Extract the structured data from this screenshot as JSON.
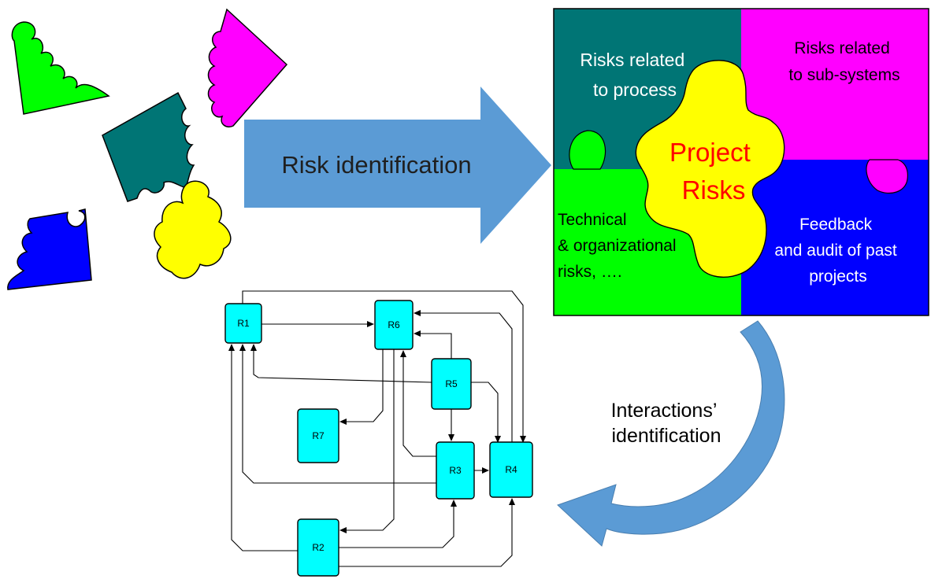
{
  "colors": {
    "green": "#00ff00",
    "magenta": "#ff00ff",
    "teal": "#007575",
    "blue": "#0000ff",
    "yellow": "#ffff00",
    "node": "#00ffff",
    "arrow": "#5b9bd5",
    "center_text": "#ff0000"
  },
  "arrows": {
    "main_label": "Risk identification",
    "curved_label_line1": "Interactions’",
    "curved_label_line2": "identification"
  },
  "puzzle_board": {
    "top_left": {
      "line1": "Risks related",
      "line2": "to  process"
    },
    "top_right": {
      "line1": "Risks related",
      "line2": "to sub-systems"
    },
    "bottom_left": {
      "line1": "Technical",
      "line2": "& organizational",
      "line3": "risks, …."
    },
    "bottom_right": {
      "line1": "Feedback",
      "line2": "and audit of past",
      "line3": "projects"
    },
    "center": {
      "line1": "Project",
      "line2": "Risks"
    }
  },
  "network": {
    "nodes": [
      {
        "id": "r1",
        "label": "R1"
      },
      {
        "id": "r6",
        "label": "R6"
      },
      {
        "id": "r5",
        "label": "R5"
      },
      {
        "id": "r7",
        "label": "R7"
      },
      {
        "id": "r3",
        "label": "R3"
      },
      {
        "id": "r4",
        "label": "R4"
      },
      {
        "id": "r2",
        "label": "R2"
      }
    ]
  }
}
